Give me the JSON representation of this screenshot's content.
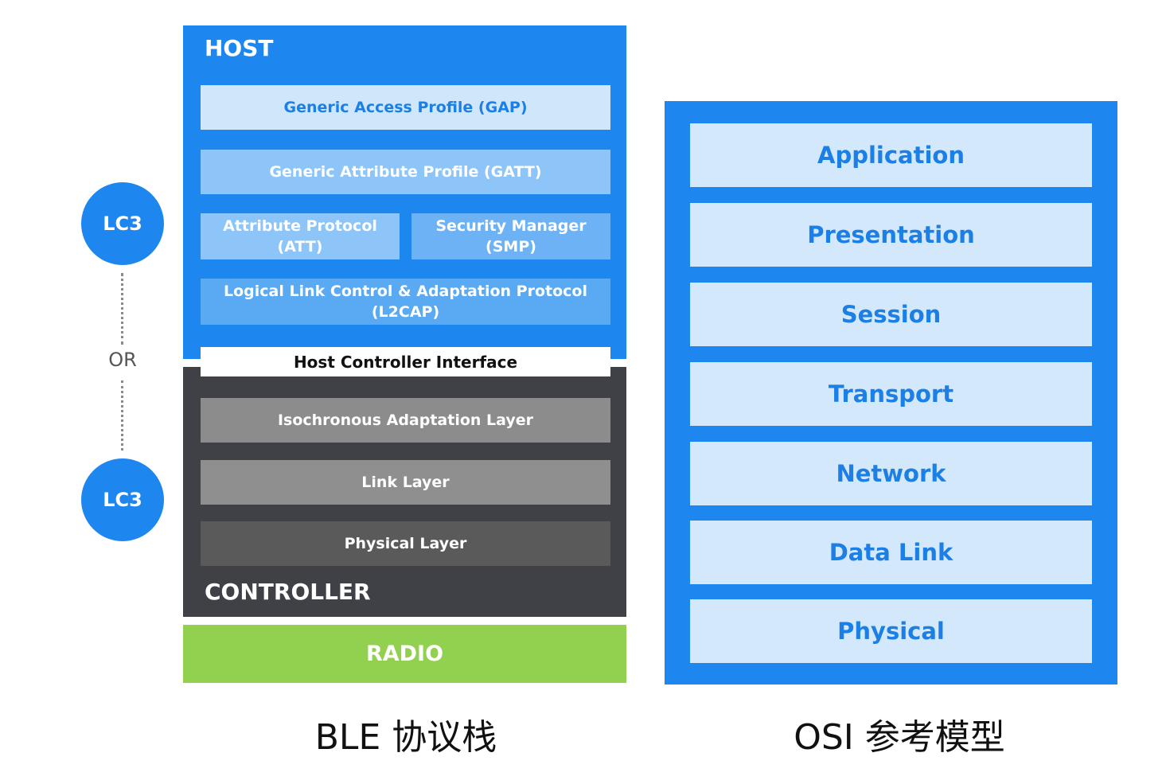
{
  "host": {
    "title": "HOST",
    "layers": {
      "gap": "Generic Access Profile (GAP)",
      "gatt": "Generic Attribute Profile (GATT)",
      "att_line1": "Attribute Protocol",
      "att_line2": "(ATT)",
      "smp_line1": "Security Manager",
      "smp_line2": "(SMP)",
      "l2cap_line1": "Logical Link Control & Adaptation Protocol",
      "l2cap_line2": "(L2CAP)"
    }
  },
  "hci": "Host Controller Interface",
  "controller": {
    "title": "CONTROLLER",
    "layers": {
      "isoal": "Isochronous Adaptation Layer",
      "link": "Link Layer",
      "physical": "Physical Layer"
    }
  },
  "radio": "RADIO",
  "codec": {
    "top": "LC3",
    "bottom": "LC3",
    "or": "OR"
  },
  "osi": {
    "layers": [
      "Application",
      "Presentation",
      "Session",
      "Transport",
      "Network",
      "Data Link",
      "Physical"
    ]
  },
  "captions": {
    "ble": "BLE 协议栈",
    "osi": "OSI 参考模型"
  },
  "colors": {
    "host_blue": "#1e87ef",
    "controller_gray": "#3f4146",
    "radio_green": "#92d050",
    "osi_layer_fill": "#d3e8fb"
  }
}
